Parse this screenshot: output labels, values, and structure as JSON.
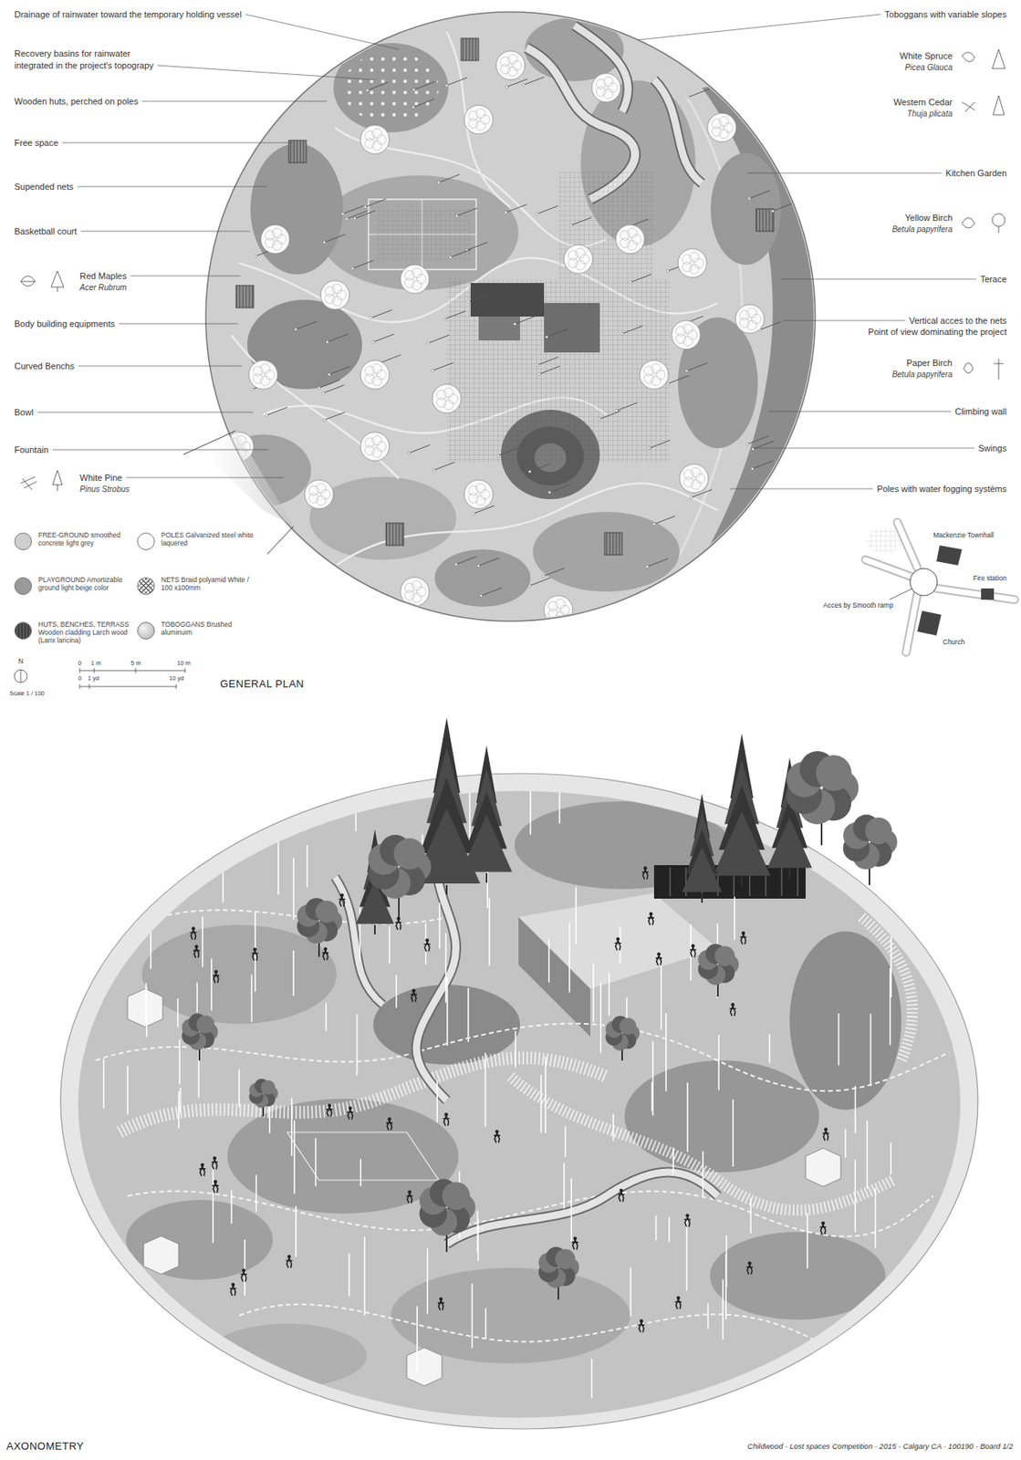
{
  "diagram": {
    "caption": "Childwood - Lost spaces Competition - 2015 - Calgary CA - 100190 - Board 1/2",
    "labels": [
      "Drainage of rainwater toward the temporary holding vessel",
      "Recovery basins for rainwater",
      "integrated in the project's topograpy",
      "Wooden huts, perched on poles",
      "Free space",
      "Supended nets",
      "Basketball court",
      "Red Maples",
      "Acer Rubrum",
      "Body building equipments",
      "Curved Benchs",
      "Bowl",
      "Fountain",
      "White Pine",
      "Pinus Strobus",
      "Toboggans with variable slopes",
      "White Spruce",
      "Picea Glauca",
      "Western Cedar",
      "Thuja plicata",
      "Kitchen Garden",
      "Yellow Birch",
      "Betula papyrifera",
      "Terace",
      "Vertical acces to the nets",
      "Point of view dominating the project",
      "Paper Birch",
      "Betula papyrifera",
      "Climbing wall",
      "Swings",
      "Poles with water fogging systèms",
      "Mackenzie Townhall",
      "Fire station",
      "Church",
      "Acces by Smooth ramp",
      "N",
      "0",
      "1 m",
      "5 m",
      "10 m",
      "0",
      "1 yd",
      "10 yd",
      "Scale 1 / 100",
      "GENERAL PLAN",
      "AXONOMETRY"
    ],
    "legend": [
      {
        "text": "FREE-GROUND smoothed concrete light grey",
        "color": "#cfcfcf"
      },
      {
        "text": "PLAYGROUND Amortizable ground light beige color",
        "color": "#9a9a9a"
      },
      {
        "text": "HUTS, BENCHES, TERRASS Wooden cladding Larch wood (Larix laricina)",
        "color": "#555555"
      },
      {
        "text": "POLES Galvanized steel white laquered",
        "color": "#ffffff"
      },
      {
        "text": "NETS Braid polyamid White / 100 x100mm"
      },
      {
        "text": "TOBOGGANS Brushed aluminuim",
        "color": "#c4c4c4"
      }
    ]
  }
}
